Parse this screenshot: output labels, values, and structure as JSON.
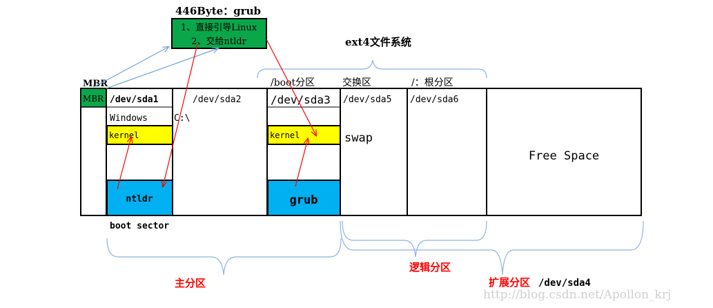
{
  "grub_box": {
    "title": "446Byte：grub",
    "line1": "1、直接引导Linux",
    "line2": "2、交给ntldr"
  },
  "fs_label": "ext4文件系统",
  "mbr": {
    "outer_label": "MBR",
    "inner_label": "MBR"
  },
  "partitions": {
    "sda1": {
      "name": "/dev/sda1",
      "os": "Windows",
      "kernel": "kernel",
      "loader": "ntldr"
    },
    "sda2": {
      "name": "/dev/sda2",
      "drive": "C:\\"
    },
    "sda3": {
      "name": "/dev/sda3",
      "above": "/boot分区",
      "kernel": "kernel",
      "loader": "grub"
    },
    "sda5": {
      "name": "/dev/sda5",
      "above": "交换区",
      "content": "swap"
    },
    "sda6": {
      "name": "/dev/sda6",
      "above": "/：根分区"
    },
    "free": {
      "label": "Free Space"
    }
  },
  "boot_sector": "boot sector",
  "groups": {
    "primary": "主分区",
    "logical": "逻辑分区",
    "extended": "扩展分区",
    "extended_dev": "/dev/sda4"
  },
  "watermark": "http://blog.csdn.net/Apollon_krj",
  "colors": {
    "grub_green": "#0aa64a",
    "kernel_yellow": "#ffff00",
    "loader_cyan": "#00b0f0",
    "arrow_red": "#ff0000",
    "arrow_blue": "#6fa3d6",
    "brace_blue": "#8db4e2",
    "group_red": "#ff0000"
  }
}
